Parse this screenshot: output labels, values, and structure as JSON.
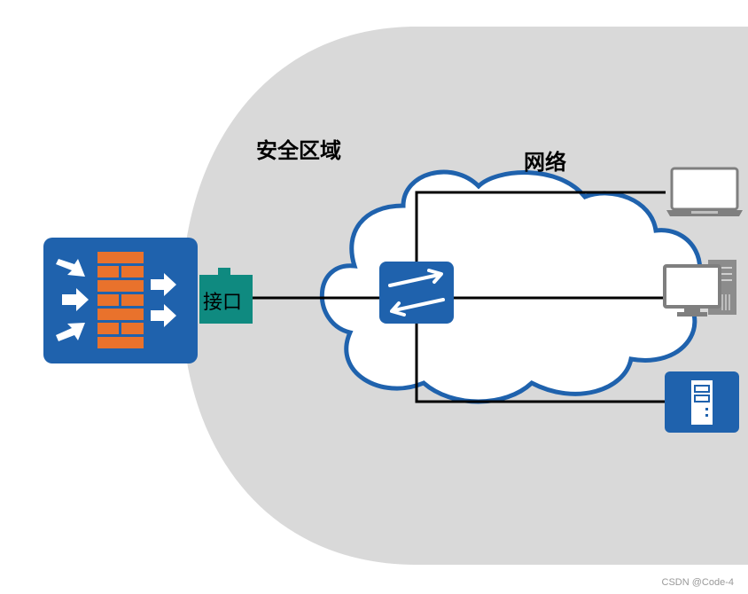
{
  "zone": {
    "label": "安全区域"
  },
  "network": {
    "label": "网络"
  },
  "port": {
    "label": "接口"
  },
  "devices": {
    "firewall": "firewall-icon",
    "switch": "switch-icon",
    "laptop": "laptop-icon",
    "desktop": "desktop-pc-icon",
    "server": "server-icon"
  },
  "colors": {
    "zone_fill": "#d9d9d9",
    "cloud_border": "#1f62ad",
    "device_blue": "#1f62ad",
    "firewall_brick": "#e9722c",
    "port_fill": "#0f8a80",
    "link": "#000000",
    "device_gray": "#7f7f7f"
  },
  "watermark": "CSDN @Code-4"
}
